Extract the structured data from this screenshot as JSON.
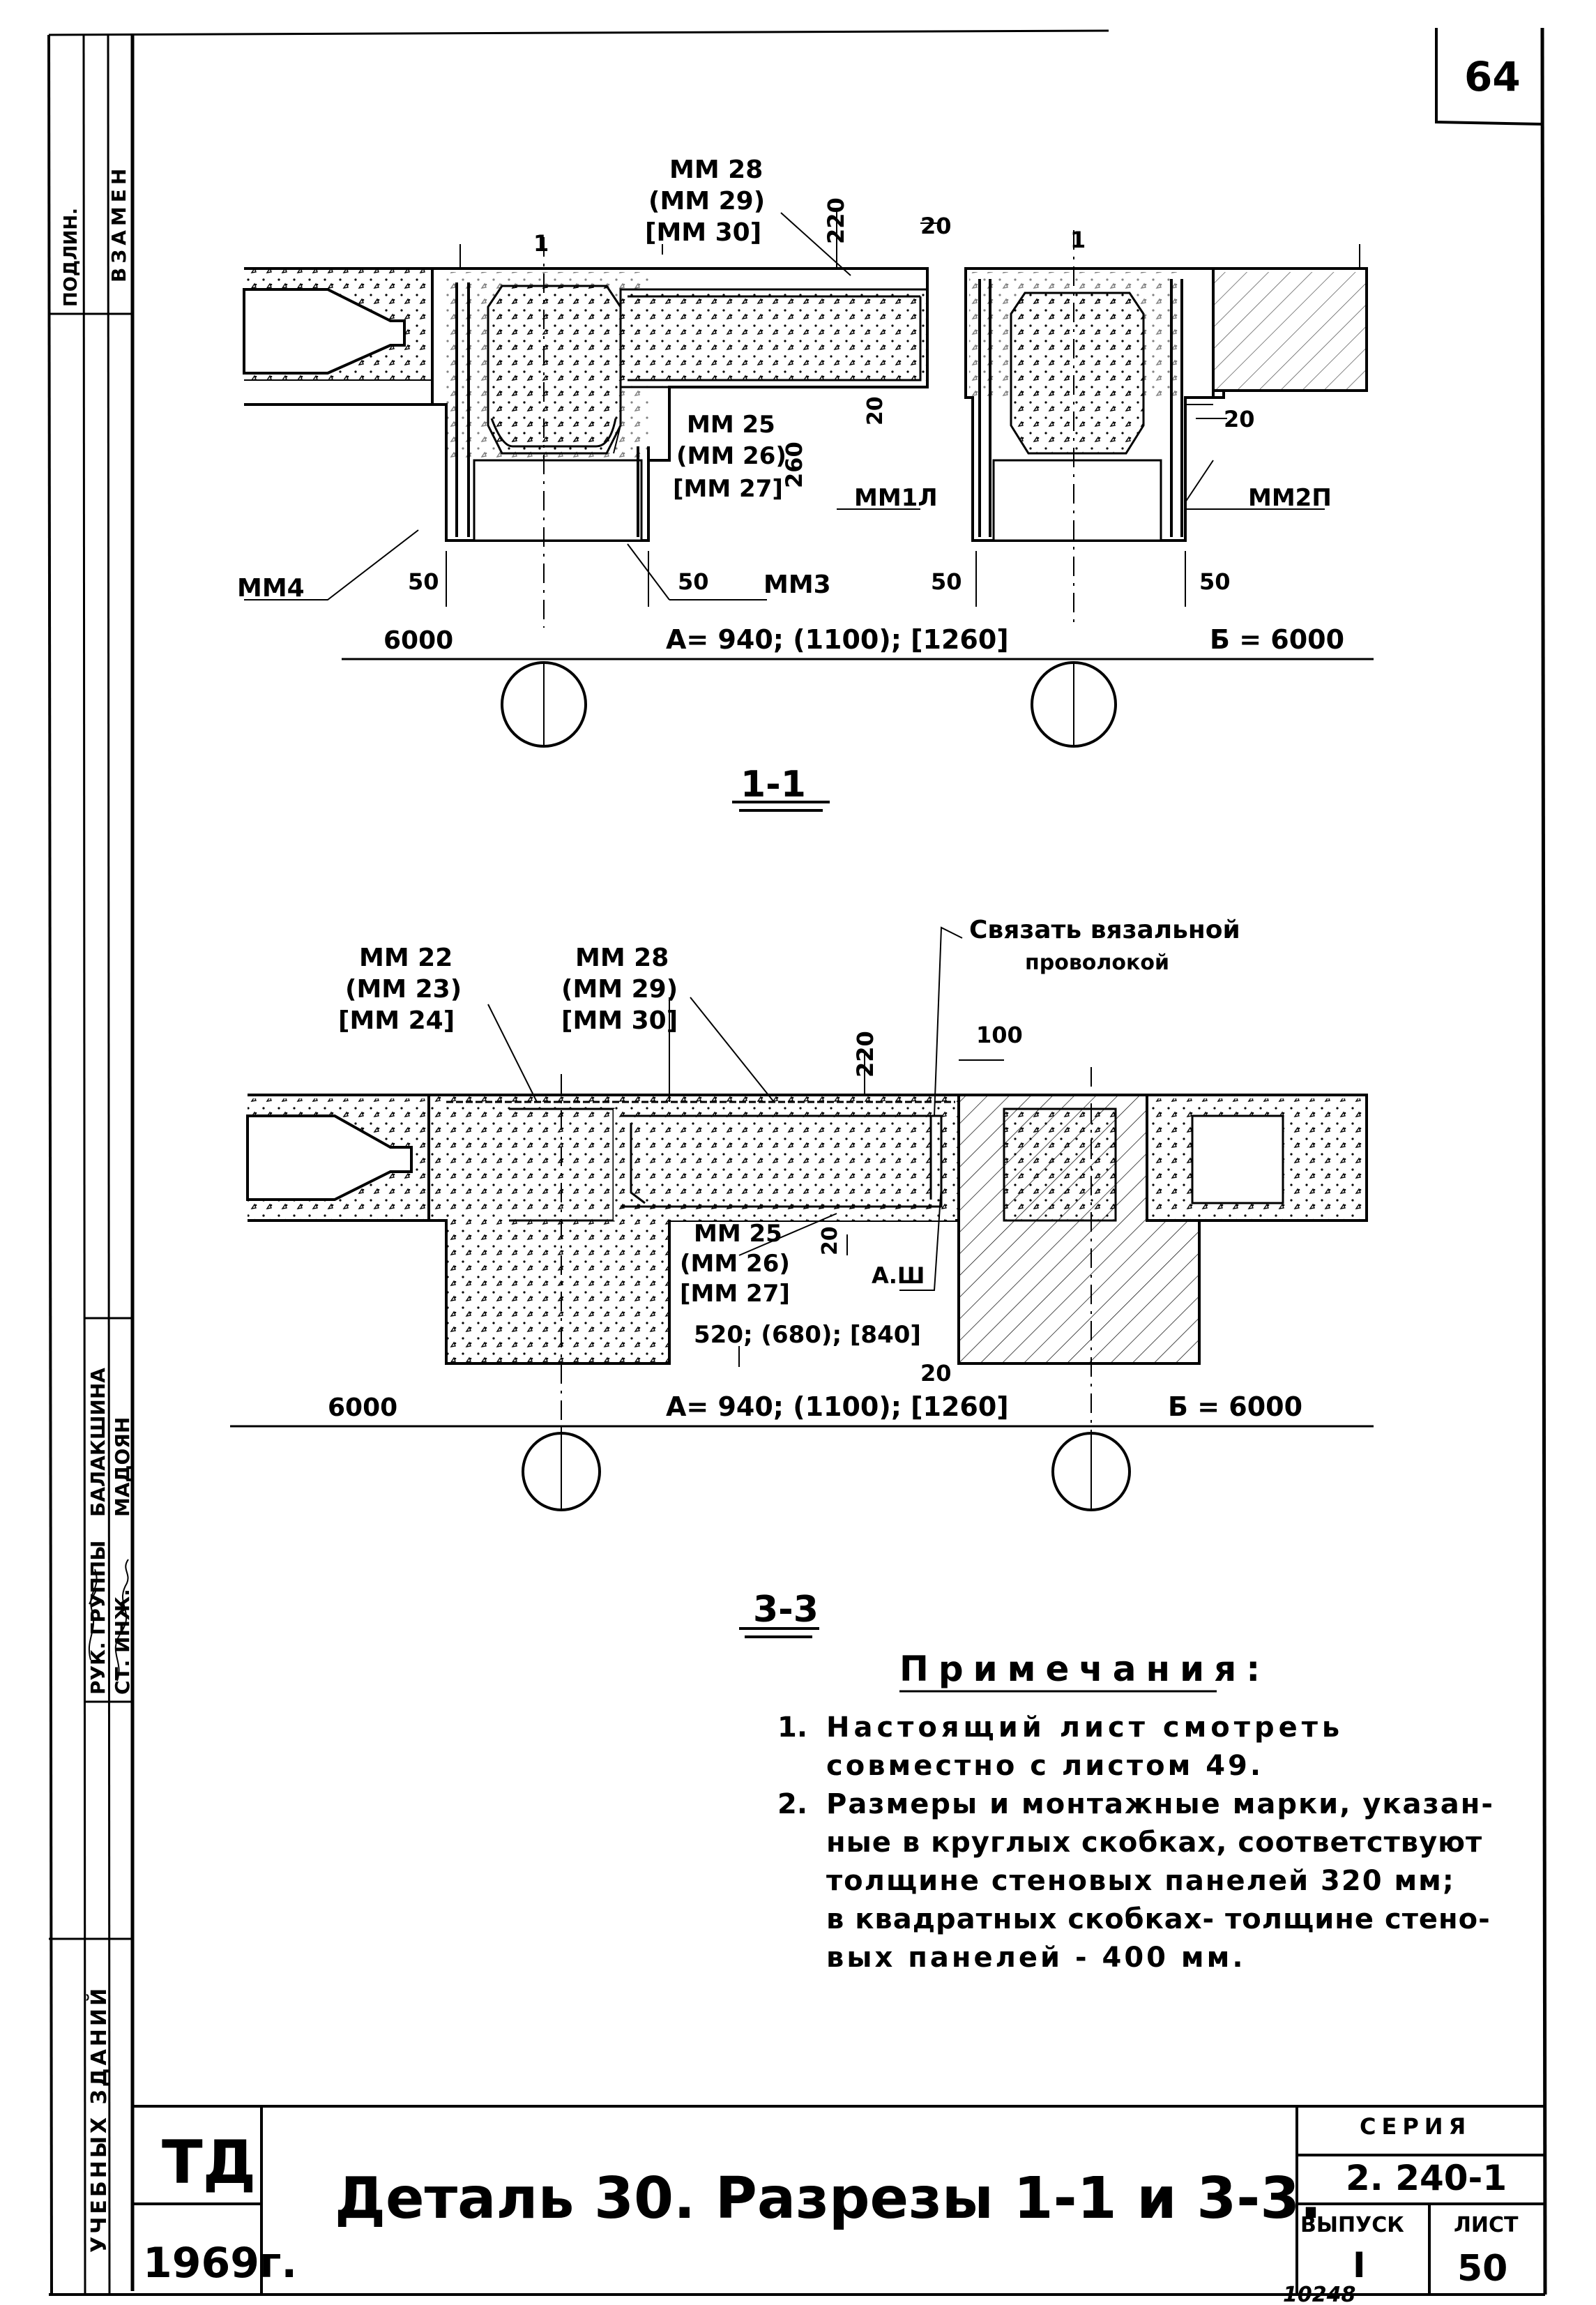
{
  "page_number": "64",
  "side_strip": {
    "top_label": "ВЗАМЕН",
    "top_small": "ПОДЛИН.",
    "row1_role": "РУК. ГРУППЫ",
    "row1_name": "БАЛАКШИНА",
    "row2_role": "СТ. ИНЖ.",
    "row2_name": "МАДОЯН",
    "series_name": "УЧЕБНЫХ ЗДАНИЙ"
  },
  "section_1_1": {
    "mark_top": "ММ 28",
    "mark_top_alt1": "(ММ 29)",
    "mark_top_alt2": "[ММ 30]",
    "dim_220": "220",
    "dim_20_top": "20",
    "dim_20_mid": "20",
    "dim_260": "260",
    "dim_20_right": "20",
    "mark_mid": "ММ 25",
    "mark_mid_alt1": "(ММ 26)",
    "mark_mid_alt2": "[ММ 27]",
    "mark_mm1l": "ММ1Л",
    "mark_mm2p": "ММ2П",
    "mark_mm4": "ММ4",
    "mark_mm3": "ММ3",
    "dim_50_a": "50",
    "dim_50_b": "50",
    "dim_50_c": "50",
    "dim_50_d": "50",
    "span_left": "6000",
    "span_a": "А= 940; (1100); [1260]",
    "span_b": "Б = 6000",
    "cut_mark_left": "1",
    "cut_mark_right": "1",
    "title": "1-1"
  },
  "section_3_3": {
    "note_tie": "Связать вязальной",
    "note_tie2": "проволокой",
    "mark_left": "ММ 22",
    "mark_left_alt1": "(ММ 23)",
    "mark_left_alt2": "[ММ 24]",
    "mark_top": "ММ 28",
    "mark_top_alt1": "(ММ 29)",
    "mark_top_alt2": "[ММ 30]",
    "dim_220": "220",
    "dim_100": "100",
    "dim_20_mid": "20",
    "dim_20_bottom": "20",
    "mark_mid": "ММ 25",
    "mark_mid_alt1": "(ММ 26)",
    "mark_mid_alt2": "[ММ 27]",
    "mark_a_sh": "А.Ш",
    "width_dims": "520; (680); [840]",
    "span_left": "6000",
    "span_a": "А= 940; (1100); [1260]",
    "span_b": "Б = 6000",
    "title": "3-3"
  },
  "notes": {
    "heading": "Примечания:",
    "n1_num": "1.",
    "n1_line1": "Настоящий лист смотреть",
    "n1_line2": "совместно с листом 49.",
    "n2_num": "2.",
    "n2_line1": "Размеры и монтажные марки, указан-",
    "n2_line2": "ные в круглых скобках, соответствуют",
    "n2_line3": "толщине стеновых панелей 320 мм;",
    "n2_line4": "в квадратных скобках- толщине стено-",
    "n2_line5": "вых панелей - 400 мм."
  },
  "title_block": {
    "org": "ТД",
    "year": "1969г.",
    "title": "Деталь 30. Разрезы 1-1 и 3-3.",
    "series_label": "СЕРИЯ",
    "series_value": "2. 240-1",
    "issue_label": "ВЫПУСК",
    "issue_value": "I",
    "sheet_label": "ЛИСТ",
    "sheet_value": "50"
  },
  "footer_number": "10248"
}
